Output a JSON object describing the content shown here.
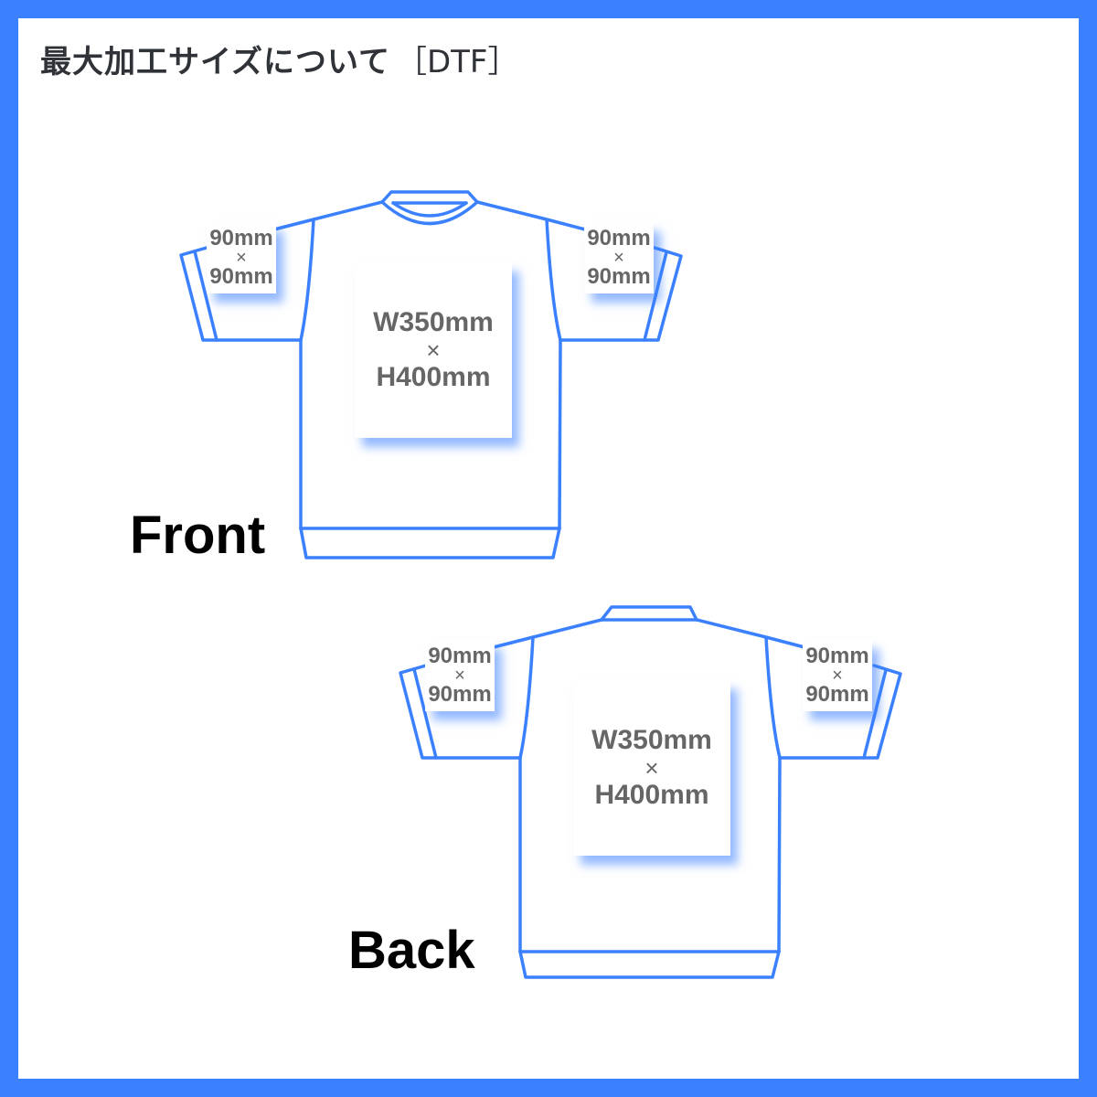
{
  "title": {
    "text": "最大加工サイズについて",
    "tag": "［DTF］"
  },
  "colors": {
    "frame": "#3a80ff",
    "outline": "#3a80ff",
    "title_text": "#2f3237",
    "dimension_text": "#666666",
    "label_text": "#000000"
  },
  "views": {
    "front": {
      "label": "Front",
      "body_area": {
        "width": "W350mm",
        "times": "×",
        "height": "H400mm"
      },
      "left_sleeve": {
        "width": "90mm",
        "times": "×",
        "height": "90mm"
      },
      "right_sleeve": {
        "width": "90mm",
        "times": "×",
        "height": "90mm"
      }
    },
    "back": {
      "label": "Back",
      "body_area": {
        "width": "W350mm",
        "times": "×",
        "height": "H400mm"
      },
      "left_sleeve": {
        "width": "90mm",
        "times": "×",
        "height": "90mm"
      },
      "right_sleeve": {
        "width": "90mm",
        "times": "×",
        "height": "90mm"
      }
    }
  }
}
